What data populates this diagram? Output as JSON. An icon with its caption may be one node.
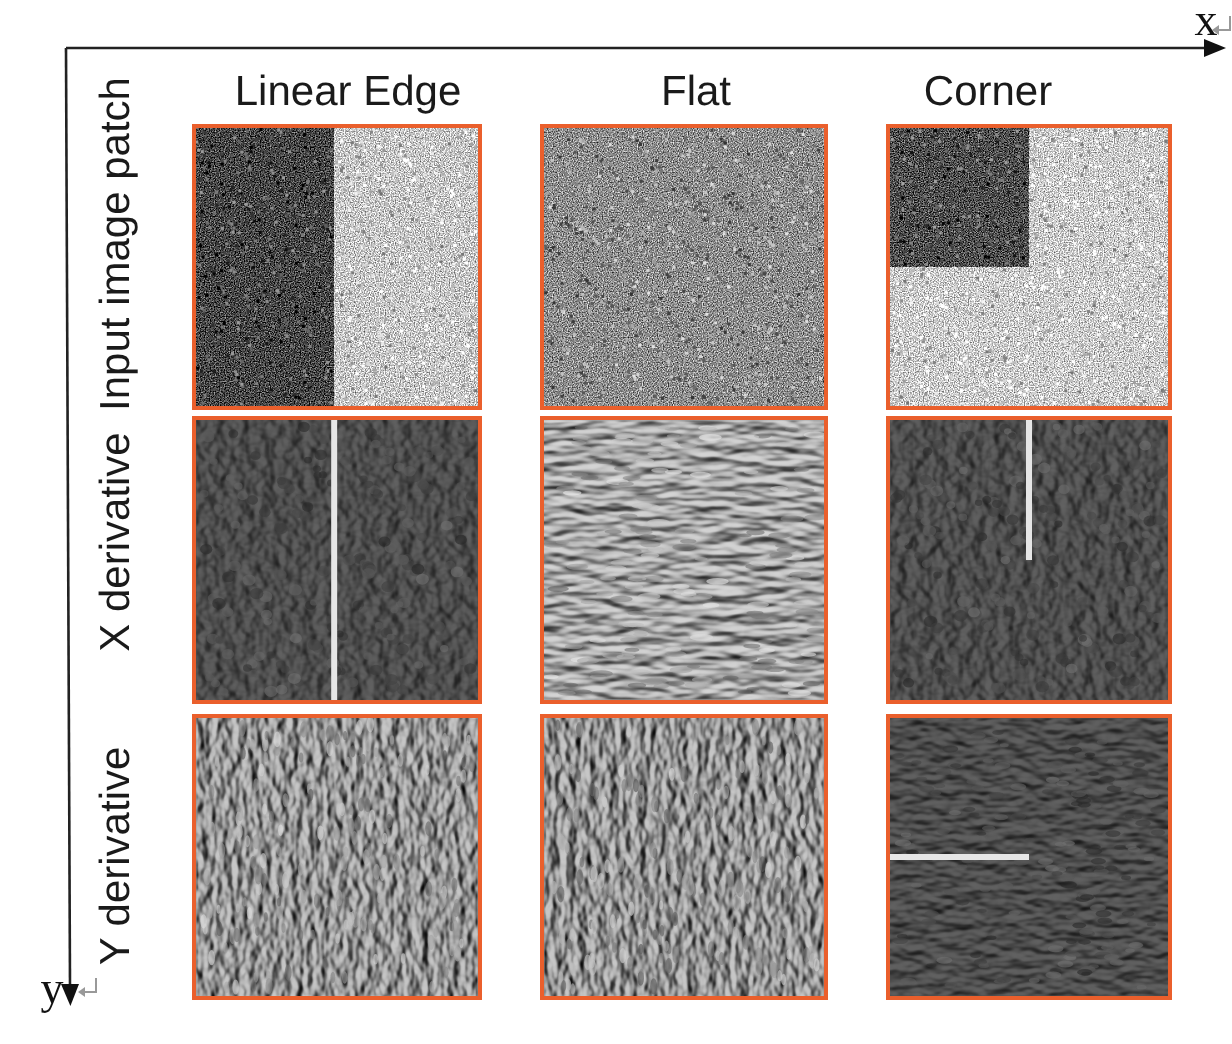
{
  "diagram": {
    "nodes": [
      {
        "text": [],
        "shape": "picture"
      },
      {
        "text": [],
        "shape": "picture"
      },
      {
        "text": [],
        "shape": "picture"
      },
      {
        "text": [],
        "shape": "picture"
      },
      {
        "text": [],
        "shape": "picture"
      },
      {
        "text": [],
        "shape": "picture"
      },
      {
        "text": [],
        "shape": "picture"
      },
      {
        "text": [],
        "shape": "picture"
      },
      {
        "text": [],
        "shape": "picture"
      }
    ],
    "labels": [
      "x",
      "Linear Edge",
      "Flat",
      "Corner",
      "Input image patch",
      "X derivative",
      "Y derivative",
      "y"
    ]
  }
}
